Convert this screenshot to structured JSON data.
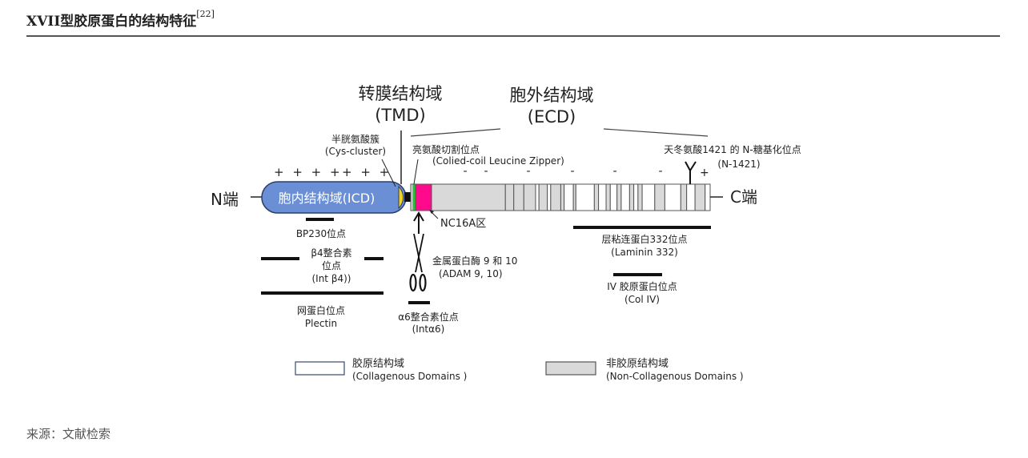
{
  "header": {
    "title": "XVII型胶原蛋白的结构特征",
    "citation": "[22]"
  },
  "diagram": {
    "headings": {
      "tmd_cn": "转膜结构域",
      "tmd_en": "(TMD)",
      "ecd_cn": "胞外结构域",
      "ecd_en": "(ECD)"
    },
    "termini": {
      "n": "N端",
      "c": "C端"
    },
    "icd_label": "胞内结构域(ICD)",
    "charges": {
      "icd_plus_group1": "+ + + +",
      "icd_plus_group2": "+ + +",
      "ecd_minus": "-",
      "ecd_plus": "+",
      "ecd_minus_count": 6
    },
    "annotations": {
      "cys_cn": "半胱氨酸簇",
      "cys_en": "(Cys-cluster)",
      "leucine_cn": "亮氨酸切割位点",
      "leucine_en": "(Colied-coil Leucine Zipper)",
      "nglyc_cn": "天冬氨酸1421 的 N-糖基化位点",
      "nglyc_en": "(N-1421)",
      "nc16a": "NC16A区",
      "bp230": "BP230位点",
      "b4_line1": "β4整合素",
      "b4_line2": "位点",
      "b4_line3": "(Int β4))",
      "plectin_cn": "网蛋白位点",
      "plectin_en": "Plectin",
      "adam_cn": "金属蛋白酶 9 和 10",
      "adam_en": "(ADAM 9, 10)",
      "a6_cn": "α6整合素位点",
      "a6_en": "(Intα6)",
      "laminin_cn": "层粘连蛋白332位点",
      "laminin_en": "(Laminin 332)",
      "col4_cn": "IV 胶原蛋白位点",
      "col4_en": "(Col IV)"
    },
    "legend": [
      {
        "cn": "胶原结构域",
        "en": "(Collagenous Domains )",
        "fill": "#ffffff"
      },
      {
        "cn": "非胶原结构域",
        "en": "(Non-Collagenous Domains )",
        "fill": "#d9d9d9"
      }
    ],
    "colors": {
      "icd": "#6a8fd4",
      "icd_stroke": "#2d3e66",
      "cys": "#f2d21b",
      "tm": "#111111",
      "leucine": "#2fbf3a",
      "nc16a": "#ff0a8c",
      "noncollagen": "#d9d9d9",
      "collagen": "#ffffff",
      "outline": "#555555"
    },
    "ecd_segments": [
      {
        "type": "nc",
        "w": 88
      },
      {
        "type": "nc",
        "w": 10
      },
      {
        "type": "nc",
        "w": 12
      },
      {
        "type": "nc",
        "w": 14
      },
      {
        "type": "c",
        "w": 4
      },
      {
        "type": "nc",
        "w": 10
      },
      {
        "type": "c",
        "w": 4
      },
      {
        "type": "nc",
        "w": 12
      },
      {
        "type": "nc",
        "w": 4
      },
      {
        "type": "c",
        "w": 11
      },
      {
        "type": "nc",
        "w": 3
      },
      {
        "type": "c",
        "w": 22
      },
      {
        "type": "nc",
        "w": 5
      },
      {
        "type": "c",
        "w": 9
      },
      {
        "type": "nc",
        "w": 5
      },
      {
        "type": "c",
        "w": 8
      },
      {
        "type": "nc",
        "w": 5
      },
      {
        "type": "c",
        "w": 10
      },
      {
        "type": "nc",
        "w": 5
      },
      {
        "type": "c",
        "w": 5
      },
      {
        "type": "nc",
        "w": 5
      },
      {
        "type": "c",
        "w": 15
      },
      {
        "type": "nc",
        "w": 12
      },
      {
        "type": "c",
        "w": 19
      },
      {
        "type": "nc",
        "w": 7
      },
      {
        "type": "c",
        "w": 10
      },
      {
        "type": "nc",
        "w": 12
      },
      {
        "type": "c",
        "w": 6
      }
    ]
  },
  "footer": {
    "source": "来源：文献检索"
  }
}
